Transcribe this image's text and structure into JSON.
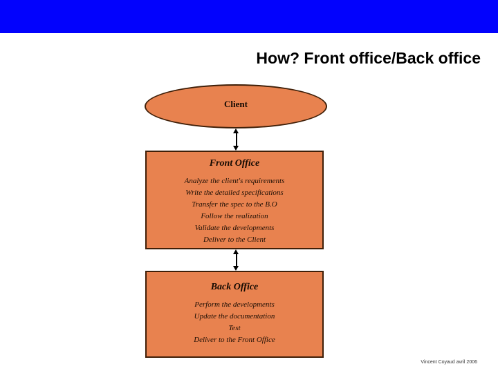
{
  "slide": {
    "title": "How? Front office/Back office",
    "footer_credit": "Vincent Coyaud avril 2006",
    "colors": {
      "header_bar": "#0202fd",
      "shape_fill": "#e8824f",
      "shape_border": "#3f1f08",
      "background": "#ffffff",
      "title_text": "#000000",
      "body_text": "#1c0e04"
    }
  },
  "diagram": {
    "client": {
      "label": "Client"
    },
    "front_office": {
      "title": "Front Office",
      "items": [
        "Analyze the client's requirements",
        "Write the detailed specifications",
        "Transfer the spec to the B.O",
        "Follow the realization",
        "Validate the developments",
        "Deliver to the Client"
      ]
    },
    "back_office": {
      "title": "Back Office",
      "items": [
        "Perform the developments",
        "Update the documentation",
        "Test",
        "Deliver to the Front Office"
      ]
    },
    "connectors": [
      {
        "name": "client-front-office",
        "type": "double-arrow"
      },
      {
        "name": "front-office-back-office",
        "type": "double-arrow"
      }
    ]
  }
}
